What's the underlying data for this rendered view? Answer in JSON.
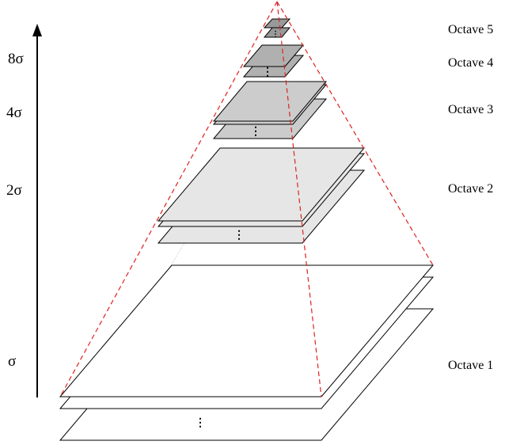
{
  "octaves": [
    {
      "label": "Octave 1",
      "fill": "#ffffff"
    },
    {
      "label": "Octave 2",
      "fill": "#e6e6e6"
    },
    {
      "label": "Octave 3",
      "fill": "#cccccc"
    },
    {
      "label": "Octave 4",
      "fill": "#b0b0b0"
    },
    {
      "label": "Octave 5",
      "fill": "#999999"
    }
  ],
  "scale_axis": {
    "labels": [
      "σ",
      "2σ",
      "4σ",
      "8σ"
    ]
  },
  "ellipsis": "⋮",
  "colors": {
    "outline": "#000000",
    "pyramid_guide": "#dd2222",
    "arrow": "#000000"
  }
}
